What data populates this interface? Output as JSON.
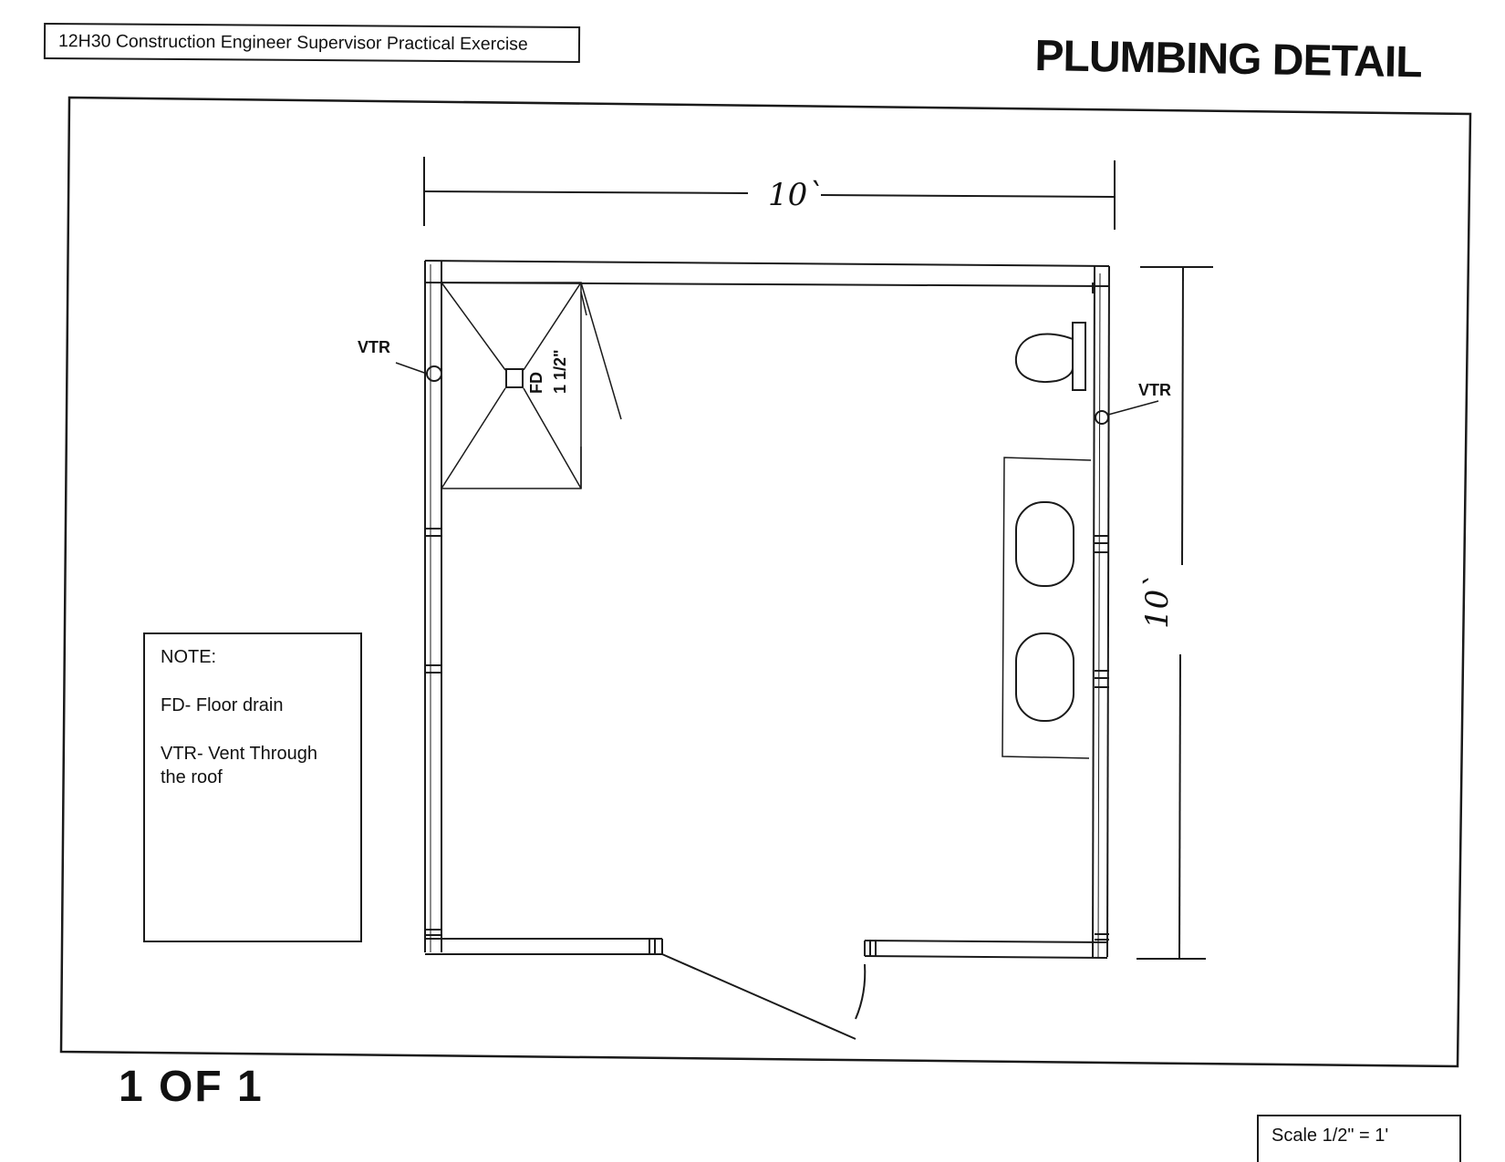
{
  "header": {
    "exercise_title": "12H30 Construction Engineer Supervisor Practical Exercise",
    "drawing_title": "PLUMBING DETAIL"
  },
  "plan": {
    "width_dimension": "10`",
    "height_dimension": "10`",
    "vtr_left_label": "VTR",
    "vtr_right_label": "VTR",
    "floor_drain_label": "FD",
    "floor_drain_size": "1 1/2\""
  },
  "note": {
    "heading": "NOTE:",
    "line1": "FD- Floor drain",
    "line2": "VTR- Vent Through the roof"
  },
  "footer": {
    "sheet_number": "1 OF 1",
    "scale": "Scale  1/2\" = 1'"
  }
}
